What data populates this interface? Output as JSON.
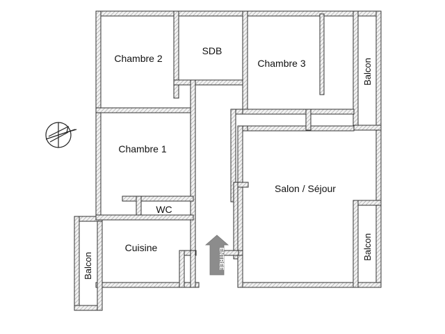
{
  "plan": {
    "rooms": {
      "chambre2": "Chambre 2",
      "sdb": "SDB",
      "chambre3": "Chambre 3",
      "chambre1": "Chambre 1",
      "wc": "WC",
      "cuisine": "Cuisine",
      "salon": "Salon / Séjour",
      "balcon_right_top": "Balcon",
      "balcon_right_bottom": "Balcon",
      "balcon_left": "Balcon"
    },
    "entrance_label": "ENTRÉE",
    "colors": {
      "wall_fill": "#f2f2f2",
      "wall_hatch": "#9a9a9a",
      "wall_stroke": "#333333",
      "arrow": "#8c8c8c"
    },
    "icons": [
      "compass-icon",
      "entrance-arrow-icon"
    ]
  }
}
